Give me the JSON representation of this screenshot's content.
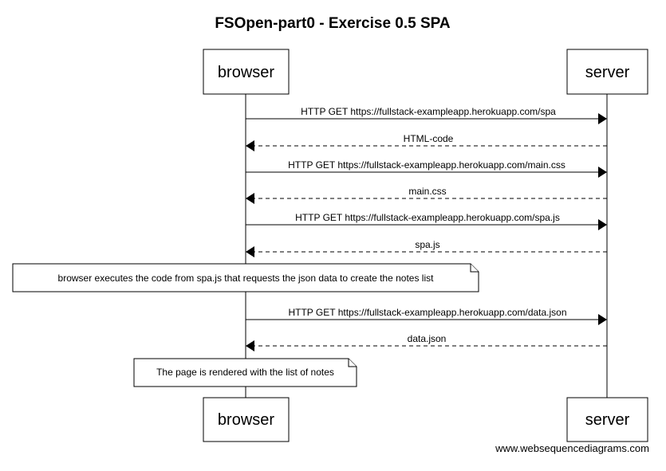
{
  "diagram": {
    "title": "FSOpen-part0 - Exercise 0.5 SPA",
    "participants": [
      {
        "id": "browser",
        "label": "browser"
      },
      {
        "id": "server",
        "label": "server"
      }
    ],
    "sequence": [
      {
        "kind": "message",
        "from": "browser",
        "to": "server",
        "style": "solid",
        "label": "HTTP GET https://fullstack-exampleapp.herokuapp.com/spa"
      },
      {
        "kind": "message",
        "from": "server",
        "to": "browser",
        "style": "dashed",
        "label": "HTML-code"
      },
      {
        "kind": "message",
        "from": "browser",
        "to": "server",
        "style": "solid",
        "label": "HTTP GET https://fullstack-exampleapp.herokuapp.com/main.css"
      },
      {
        "kind": "message",
        "from": "server",
        "to": "browser",
        "style": "dashed",
        "label": "main.css"
      },
      {
        "kind": "message",
        "from": "browser",
        "to": "server",
        "style": "solid",
        "label": "HTTP GET https://fullstack-exampleapp.herokuapp.com/spa.js"
      },
      {
        "kind": "message",
        "from": "server",
        "to": "browser",
        "style": "dashed",
        "label": "spa.js"
      },
      {
        "kind": "note",
        "over": "browser",
        "text": "browser executes the code from spa.js that requests the json data to create the notes list"
      },
      {
        "kind": "message",
        "from": "browser",
        "to": "server",
        "style": "solid",
        "label": "HTTP GET https://fullstack-exampleapp.herokuapp.com/data.json"
      },
      {
        "kind": "message",
        "from": "server",
        "to": "browser",
        "style": "dashed",
        "label": "data.json"
      },
      {
        "kind": "note",
        "over": "browser",
        "text": "The page is rendered with the list of notes"
      }
    ],
    "watermark": "www.websequencediagrams.com"
  }
}
